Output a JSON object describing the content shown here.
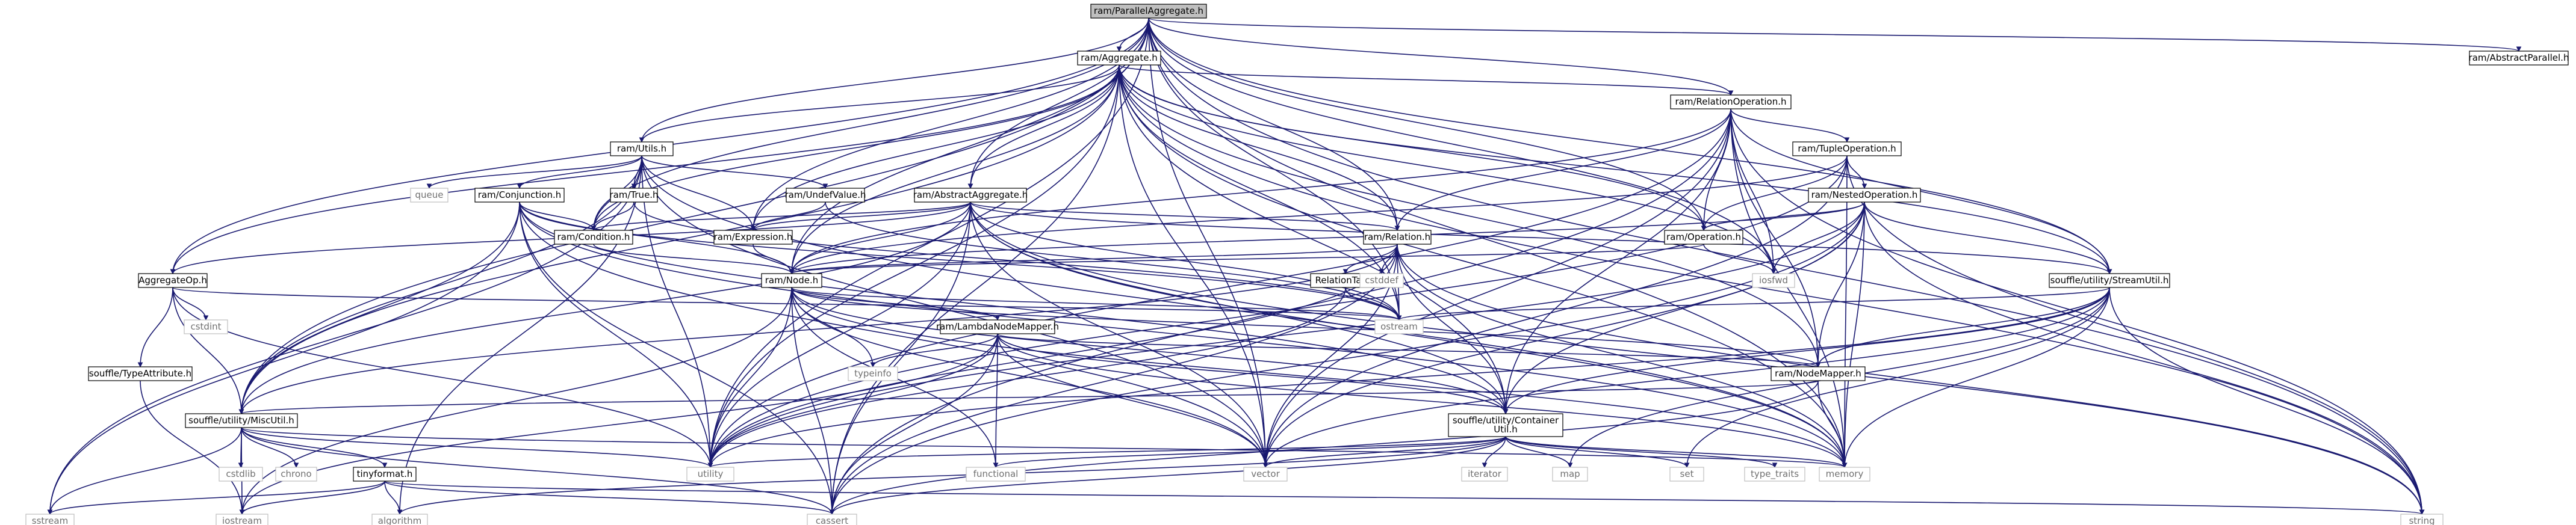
{
  "colors": {
    "edge": "#191970",
    "root_fill": "#bfbfbf",
    "node_border": "#000000",
    "system_border": "#bfbfbf"
  },
  "nodes": [
    {
      "id": "root",
      "kind": "root",
      "lines": [
        "ram/ParallelAggregate.h"
      ]
    },
    {
      "id": "abstractparallel",
      "kind": "normal",
      "lines": [
        "ram/AbstractParallel.h"
      ]
    },
    {
      "id": "aggregate",
      "kind": "normal",
      "lines": [
        "ram/Aggregate.h"
      ]
    },
    {
      "id": "relop",
      "kind": "normal",
      "lines": [
        "ram/RelationOperation.h"
      ]
    },
    {
      "id": "utils",
      "kind": "normal",
      "lines": [
        "ram/Utils.h"
      ]
    },
    {
      "id": "tupleop",
      "kind": "normal",
      "lines": [
        "ram/TupleOperation.h"
      ]
    },
    {
      "id": "nestedop",
      "kind": "normal",
      "lines": [
        "ram/NestedOperation.h"
      ]
    },
    {
      "id": "conjunction",
      "kind": "normal",
      "lines": [
        "ram/Conjunction.h"
      ]
    },
    {
      "id": "true",
      "kind": "normal",
      "lines": [
        "ram/True.h"
      ]
    },
    {
      "id": "undefvalue",
      "kind": "normal",
      "lines": [
        "ram/UndefValue.h"
      ]
    },
    {
      "id": "absagg",
      "kind": "normal",
      "lines": [
        "ram/AbstractAggregate.h"
      ]
    },
    {
      "id": "condition",
      "kind": "normal",
      "lines": [
        "ram/Condition.h"
      ]
    },
    {
      "id": "expression",
      "kind": "normal",
      "lines": [
        "ram/Expression.h"
      ]
    },
    {
      "id": "relation",
      "kind": "normal",
      "lines": [
        "ram/Relation.h"
      ]
    },
    {
      "id": "operation",
      "kind": "normal",
      "lines": [
        "ram/Operation.h"
      ]
    },
    {
      "id": "aggregateop",
      "kind": "normal",
      "lines": [
        "AggregateOp.h"
      ]
    },
    {
      "id": "node",
      "kind": "normal",
      "lines": [
        "ram/Node.h"
      ]
    },
    {
      "id": "relationtag",
      "kind": "normal",
      "lines": [
        "RelationTag.h"
      ]
    },
    {
      "id": "streamutil",
      "kind": "normal",
      "lines": [
        "souffle/utility/StreamUtil.h"
      ]
    },
    {
      "id": "lambdamapper",
      "kind": "normal",
      "lines": [
        "ram/LambdaNodeMapper.h"
      ]
    },
    {
      "id": "typeattribute",
      "kind": "normal",
      "lines": [
        "souffle/TypeAttribute.h"
      ]
    },
    {
      "id": "nodemapper",
      "kind": "normal",
      "lines": [
        "ram/NodeMapper.h"
      ]
    },
    {
      "id": "miscutil",
      "kind": "normal",
      "lines": [
        "souffle/utility/MiscUtil.h"
      ]
    },
    {
      "id": "containerutil",
      "kind": "normal",
      "lines": [
        "souffle/utility/Container",
        "Util.h"
      ]
    },
    {
      "id": "tinyformat",
      "kind": "normal",
      "lines": [
        "tinyformat.h"
      ]
    },
    {
      "id": "queue",
      "kind": "system",
      "lines": [
        "queue"
      ]
    },
    {
      "id": "iosfwd",
      "kind": "system",
      "lines": [
        "iosfwd"
      ]
    },
    {
      "id": "ostream",
      "kind": "system",
      "lines": [
        "ostream"
      ]
    },
    {
      "id": "cstddef",
      "kind": "system",
      "lines": [
        "cstddef"
      ]
    },
    {
      "id": "cstdint",
      "kind": "system",
      "lines": [
        "cstdint"
      ]
    },
    {
      "id": "typeinfo",
      "kind": "system",
      "lines": [
        "typeinfo"
      ]
    },
    {
      "id": "cstdlib",
      "kind": "system",
      "lines": [
        "cstdlib"
      ]
    },
    {
      "id": "chrono",
      "kind": "system",
      "lines": [
        "chrono"
      ]
    },
    {
      "id": "utility",
      "kind": "system",
      "lines": [
        "utility"
      ]
    },
    {
      "id": "functional",
      "kind": "system",
      "lines": [
        "functional"
      ]
    },
    {
      "id": "vector",
      "kind": "system",
      "lines": [
        "vector"
      ]
    },
    {
      "id": "iterator",
      "kind": "system",
      "lines": [
        "iterator"
      ]
    },
    {
      "id": "map",
      "kind": "system",
      "lines": [
        "map"
      ]
    },
    {
      "id": "set",
      "kind": "system",
      "lines": [
        "set"
      ]
    },
    {
      "id": "type_traits",
      "kind": "system",
      "lines": [
        "type_traits"
      ]
    },
    {
      "id": "memory",
      "kind": "system",
      "lines": [
        "memory"
      ]
    },
    {
      "id": "sstream",
      "kind": "system",
      "lines": [
        "sstream"
      ]
    },
    {
      "id": "iostream",
      "kind": "system",
      "lines": [
        "iostream"
      ]
    },
    {
      "id": "algorithm",
      "kind": "system",
      "lines": [
        "algorithm"
      ]
    },
    {
      "id": "cassert",
      "kind": "system",
      "lines": [
        "cassert"
      ]
    },
    {
      "id": "string",
      "kind": "system",
      "lines": [
        "string"
      ]
    }
  ],
  "edges": [
    [
      "root",
      "abstractparallel"
    ],
    [
      "root",
      "aggregate"
    ],
    [
      "root",
      "relop"
    ],
    [
      "root",
      "utils"
    ],
    [
      "root",
      "absagg"
    ],
    [
      "root",
      "relation"
    ],
    [
      "root",
      "operation"
    ],
    [
      "root",
      "aggregateop"
    ],
    [
      "root",
      "node"
    ],
    [
      "root",
      "miscutil"
    ],
    [
      "root",
      "streamutil"
    ],
    [
      "root",
      "expression"
    ],
    [
      "root",
      "condition"
    ],
    [
      "root",
      "ostream"
    ],
    [
      "root",
      "iosfwd"
    ],
    [
      "root",
      "memory"
    ],
    [
      "root",
      "string"
    ],
    [
      "root",
      "utility"
    ],
    [
      "root",
      "vector"
    ],
    [
      "aggregate",
      "relop"
    ],
    [
      "aggregate",
      "utils"
    ],
    [
      "aggregate",
      "absagg"
    ],
    [
      "aggregate",
      "relation"
    ],
    [
      "aggregate",
      "operation"
    ],
    [
      "aggregate",
      "aggregateop"
    ],
    [
      "aggregate",
      "node"
    ],
    [
      "aggregate",
      "expression"
    ],
    [
      "aggregate",
      "condition"
    ],
    [
      "aggregate",
      "nodemapper"
    ],
    [
      "aggregate",
      "miscutil"
    ],
    [
      "aggregate",
      "streamutil"
    ],
    [
      "aggregate",
      "containerutil"
    ],
    [
      "aggregate",
      "ostream"
    ],
    [
      "aggregate",
      "iosfwd"
    ],
    [
      "aggregate",
      "memory"
    ],
    [
      "aggregate",
      "string"
    ],
    [
      "aggregate",
      "utility"
    ],
    [
      "aggregate",
      "vector"
    ],
    [
      "aggregate",
      "cassert"
    ],
    [
      "relop",
      "tupleop"
    ],
    [
      "relop",
      "relation"
    ],
    [
      "relop",
      "operation"
    ],
    [
      "relop",
      "node"
    ],
    [
      "relop",
      "nodemapper"
    ],
    [
      "relop",
      "streamutil"
    ],
    [
      "relop",
      "containerutil"
    ],
    [
      "relop",
      "iosfwd"
    ],
    [
      "relop",
      "memory"
    ],
    [
      "relop",
      "string"
    ],
    [
      "relop",
      "utility"
    ],
    [
      "relop",
      "vector"
    ],
    [
      "relop",
      "cassert"
    ],
    [
      "utils",
      "conjunction"
    ],
    [
      "utils",
      "true"
    ],
    [
      "utils",
      "undefvalue"
    ],
    [
      "utils",
      "condition"
    ],
    [
      "utils",
      "expression"
    ],
    [
      "utils",
      "queue"
    ],
    [
      "utils",
      "miscutil"
    ],
    [
      "utils",
      "memory"
    ],
    [
      "utils",
      "utility"
    ],
    [
      "utils",
      "vector"
    ],
    [
      "utils",
      "algorithm"
    ],
    [
      "utils",
      "sstream"
    ],
    [
      "tupleop",
      "nestedop"
    ],
    [
      "tupleop",
      "operation"
    ],
    [
      "tupleop",
      "node"
    ],
    [
      "tupleop",
      "memory"
    ],
    [
      "tupleop",
      "string"
    ],
    [
      "tupleop",
      "vector"
    ],
    [
      "tupleop",
      "utility"
    ],
    [
      "nestedop",
      "operation"
    ],
    [
      "nestedop",
      "node"
    ],
    [
      "nestedop",
      "nodemapper"
    ],
    [
      "nestedop",
      "streamutil"
    ],
    [
      "nestedop",
      "containerutil"
    ],
    [
      "nestedop",
      "iosfwd"
    ],
    [
      "nestedop",
      "memory"
    ],
    [
      "nestedop",
      "string"
    ],
    [
      "nestedop",
      "utility"
    ],
    [
      "nestedop",
      "vector"
    ],
    [
      "nestedop",
      "cassert"
    ],
    [
      "conjunction",
      "condition"
    ],
    [
      "conjunction",
      "node"
    ],
    [
      "conjunction",
      "miscutil"
    ],
    [
      "conjunction",
      "memory"
    ],
    [
      "conjunction",
      "sstream"
    ],
    [
      "conjunction",
      "utility"
    ],
    [
      "conjunction",
      "vector"
    ],
    [
      "conjunction",
      "cassert"
    ],
    [
      "conjunction",
      "ostream"
    ],
    [
      "conjunction",
      "containerutil"
    ],
    [
      "true",
      "condition"
    ],
    [
      "true",
      "ostream"
    ],
    [
      "undefvalue",
      "expression"
    ],
    [
      "undefvalue",
      "ostream"
    ],
    [
      "absagg",
      "condition"
    ],
    [
      "absagg",
      "expression"
    ],
    [
      "absagg",
      "relation"
    ],
    [
      "absagg",
      "aggregateop"
    ],
    [
      "absagg",
      "node"
    ],
    [
      "absagg",
      "miscutil"
    ],
    [
      "absagg",
      "streamutil"
    ],
    [
      "absagg",
      "containerutil"
    ],
    [
      "absagg",
      "ostream"
    ],
    [
      "absagg",
      "memory"
    ],
    [
      "absagg",
      "string"
    ],
    [
      "absagg",
      "utility"
    ],
    [
      "absagg",
      "vector"
    ],
    [
      "absagg",
      "cassert"
    ],
    [
      "condition",
      "node"
    ],
    [
      "expression",
      "node"
    ],
    [
      "relation",
      "relationtag"
    ],
    [
      "relation",
      "node"
    ],
    [
      "relation",
      "cstddef"
    ],
    [
      "relation",
      "ostream"
    ],
    [
      "relation",
      "containerutil"
    ],
    [
      "relation",
      "miscutil"
    ],
    [
      "relation",
      "memory"
    ],
    [
      "relation",
      "string"
    ],
    [
      "relation",
      "utility"
    ],
    [
      "relation",
      "vector"
    ],
    [
      "relation",
      "cassert"
    ],
    [
      "operation",
      "node"
    ],
    [
      "operation",
      "iosfwd"
    ],
    [
      "aggregateop",
      "cstdint"
    ],
    [
      "aggregateop",
      "typeattribute"
    ],
    [
      "aggregateop",
      "miscutil"
    ],
    [
      "aggregateop",
      "ostream"
    ],
    [
      "aggregateop",
      "utility"
    ],
    [
      "node",
      "lambdamapper"
    ],
    [
      "node",
      "nodemapper"
    ],
    [
      "node",
      "containerutil"
    ],
    [
      "node",
      "typeinfo"
    ],
    [
      "node",
      "functional"
    ],
    [
      "node",
      "iostream"
    ],
    [
      "node",
      "memory"
    ],
    [
      "node",
      "utility"
    ],
    [
      "node",
      "vector"
    ],
    [
      "node",
      "cassert"
    ],
    [
      "node",
      "ostream"
    ],
    [
      "relationtag",
      "ostream"
    ],
    [
      "relationtag",
      "utility"
    ],
    [
      "streamutil",
      "ostream"
    ],
    [
      "streamutil",
      "nodemapper"
    ],
    [
      "streamutil",
      "containerutil"
    ],
    [
      "streamutil",
      "map"
    ],
    [
      "streamutil",
      "set"
    ],
    [
      "streamutil",
      "memory"
    ],
    [
      "streamutil",
      "string"
    ],
    [
      "streamutil",
      "utility"
    ],
    [
      "streamutil",
      "vector"
    ],
    [
      "lambdamapper",
      "nodemapper"
    ],
    [
      "lambdamapper",
      "containerutil"
    ],
    [
      "lambdamapper",
      "typeinfo"
    ],
    [
      "lambdamapper",
      "functional"
    ],
    [
      "lambdamapper",
      "memory"
    ],
    [
      "lambdamapper",
      "utility"
    ],
    [
      "lambdamapper",
      "vector"
    ],
    [
      "lambdamapper",
      "cassert"
    ],
    [
      "lambdamapper",
      "iostream"
    ],
    [
      "typeattribute",
      "iostream"
    ],
    [
      "nodemapper",
      "miscutil"
    ],
    [
      "nodemapper",
      "memory"
    ],
    [
      "nodemapper",
      "cassert"
    ],
    [
      "miscutil",
      "cstdlib"
    ],
    [
      "miscutil",
      "chrono"
    ],
    [
      "miscutil",
      "tinyformat"
    ],
    [
      "miscutil",
      "iostream"
    ],
    [
      "miscutil",
      "sstream"
    ],
    [
      "miscutil",
      "utility"
    ],
    [
      "miscutil",
      "memory"
    ],
    [
      "miscutil",
      "cassert"
    ],
    [
      "containerutil",
      "iterator"
    ],
    [
      "containerutil",
      "map"
    ],
    [
      "containerutil",
      "set"
    ],
    [
      "containerutil",
      "type_traits"
    ],
    [
      "containerutil",
      "functional"
    ],
    [
      "containerutil",
      "memory"
    ],
    [
      "containerutil",
      "utility"
    ],
    [
      "containerutil",
      "vector"
    ],
    [
      "containerutil",
      "algorithm"
    ],
    [
      "containerutil",
      "cassert"
    ],
    [
      "tinyformat",
      "algorithm"
    ],
    [
      "tinyformat",
      "cassert"
    ],
    [
      "tinyformat",
      "iostream"
    ],
    [
      "tinyformat",
      "sstream"
    ],
    [
      "tinyformat",
      "string"
    ]
  ]
}
